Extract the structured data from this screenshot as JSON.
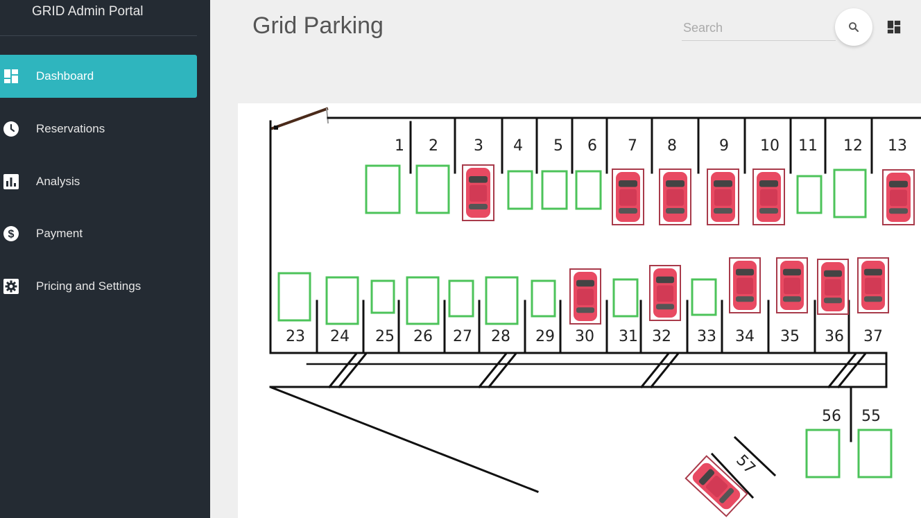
{
  "sidebar": {
    "brand": "GRID Admin Portal",
    "items": [
      {
        "label": "Dashboard",
        "icon": "dashboard-icon",
        "active": true
      },
      {
        "label": "Reservations",
        "icon": "clock-icon",
        "active": false
      },
      {
        "label": "Analysis",
        "icon": "bar-chart-icon",
        "active": false
      },
      {
        "label": "Payment",
        "icon": "dollar-icon",
        "active": false
      },
      {
        "label": "Pricing and Settings",
        "icon": "gear-icon",
        "active": false
      }
    ]
  },
  "header": {
    "title": "Grid Parking",
    "search_placeholder": "Search"
  },
  "colors": {
    "sidebar_bg": "#242b33",
    "accent": "#2fb5be",
    "free_spot": "#4cc35a",
    "occupied_spot": "#a83a4a",
    "car": "#e84a62"
  },
  "parking": {
    "top_row": [
      {
        "number": "1",
        "occupied": false
      },
      {
        "number": "2",
        "occupied": false
      },
      {
        "number": "3",
        "occupied": true
      },
      {
        "number": "4",
        "occupied": false
      },
      {
        "number": "5",
        "occupied": false
      },
      {
        "number": "6",
        "occupied": false
      },
      {
        "number": "7",
        "occupied": true
      },
      {
        "number": "8",
        "occupied": true
      },
      {
        "number": "9",
        "occupied": true
      },
      {
        "number": "10",
        "occupied": true
      },
      {
        "number": "11",
        "occupied": false
      },
      {
        "number": "12",
        "occupied": false
      },
      {
        "number": "13",
        "occupied": true
      }
    ],
    "bottom_row": [
      {
        "number": "23",
        "occupied": false
      },
      {
        "number": "24",
        "occupied": false
      },
      {
        "number": "25",
        "occupied": false
      },
      {
        "number": "26",
        "occupied": false
      },
      {
        "number": "27",
        "occupied": false
      },
      {
        "number": "28",
        "occupied": false
      },
      {
        "number": "29",
        "occupied": false
      },
      {
        "number": "30",
        "occupied": true
      },
      {
        "number": "31",
        "occupied": false
      },
      {
        "number": "32",
        "occupied": true
      },
      {
        "number": "33",
        "occupied": false
      },
      {
        "number": "34",
        "occupied": true
      },
      {
        "number": "35",
        "occupied": true
      },
      {
        "number": "36",
        "occupied": true
      },
      {
        "number": "37",
        "occupied": true
      }
    ],
    "lower_right": [
      {
        "number": "56",
        "occupied": false
      },
      {
        "number": "55",
        "occupied": false
      }
    ],
    "angled": [
      {
        "number": "57",
        "occupied": true
      }
    ]
  }
}
